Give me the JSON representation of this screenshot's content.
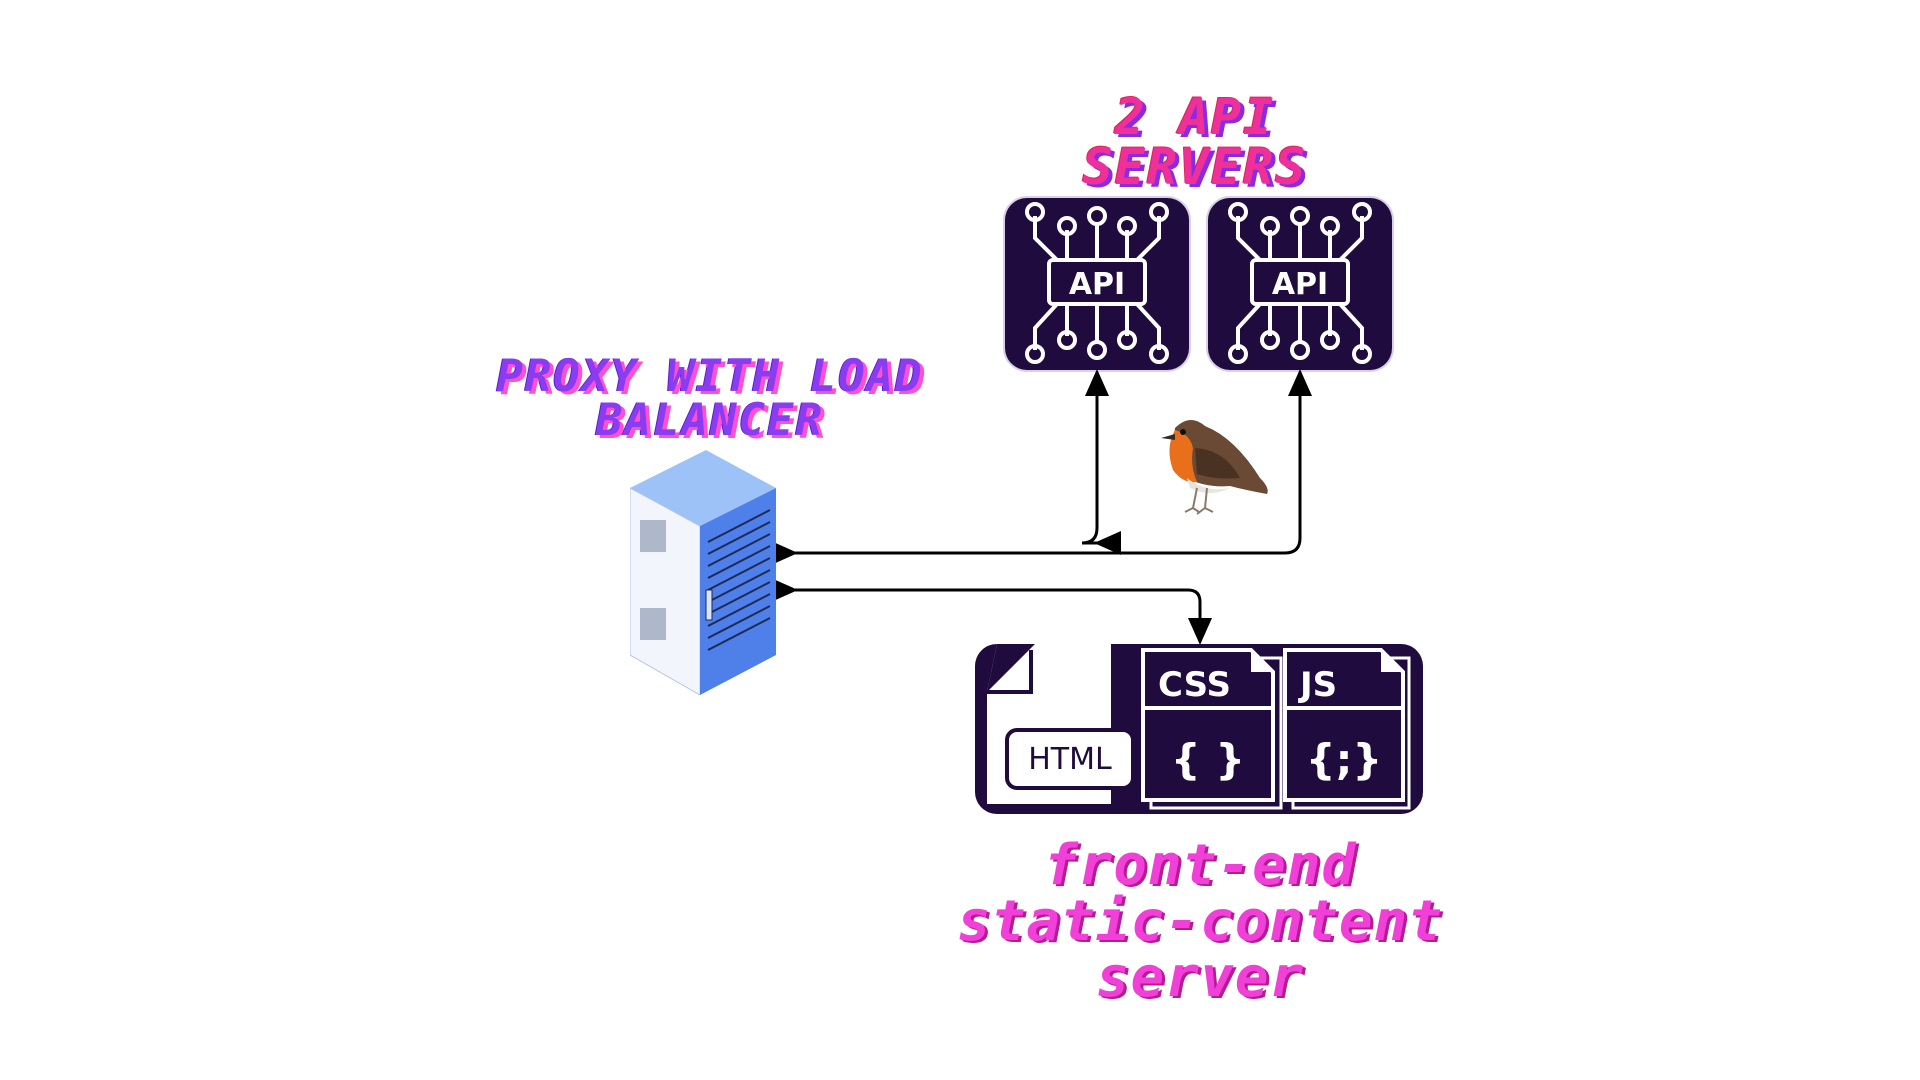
{
  "titles": {
    "api_servers": "2 API SERVERS",
    "proxy": "PROXY WITH LOAD BALANCER",
    "frontend": "front-end static-content server"
  },
  "api_chips": [
    {
      "label": "API"
    },
    {
      "label": "API"
    }
  ],
  "static_files": {
    "html": "HTML",
    "css": "CSS",
    "js": "JS",
    "css_glyph": "{ }",
    "js_glyph": "{;}"
  },
  "colors": {
    "chip_bg": "#1f0b3d",
    "api_title": "#f0309a",
    "proxy_title": "#8a3cf0",
    "frontend_title": "#f040d8",
    "server_blue": "#4f7fe8"
  },
  "icons": {
    "server": "server-rack-icon",
    "bird": "robin-bird-icon",
    "chip": "api-chip-icon"
  }
}
